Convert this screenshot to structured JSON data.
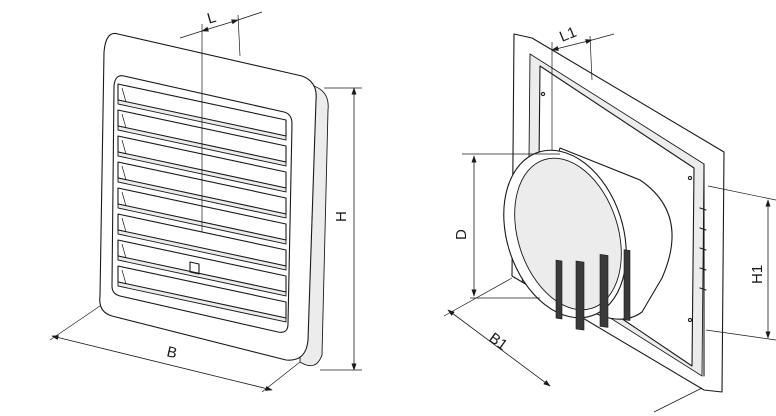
{
  "labels": {
    "L": "L",
    "H": "H",
    "B": "B",
    "L1": "L1",
    "D": "D",
    "H1": "H1",
    "B1": "B1"
  },
  "colors": {
    "line": "#1a1a1a",
    "background": "#ffffff",
    "shade": "#ececec"
  }
}
